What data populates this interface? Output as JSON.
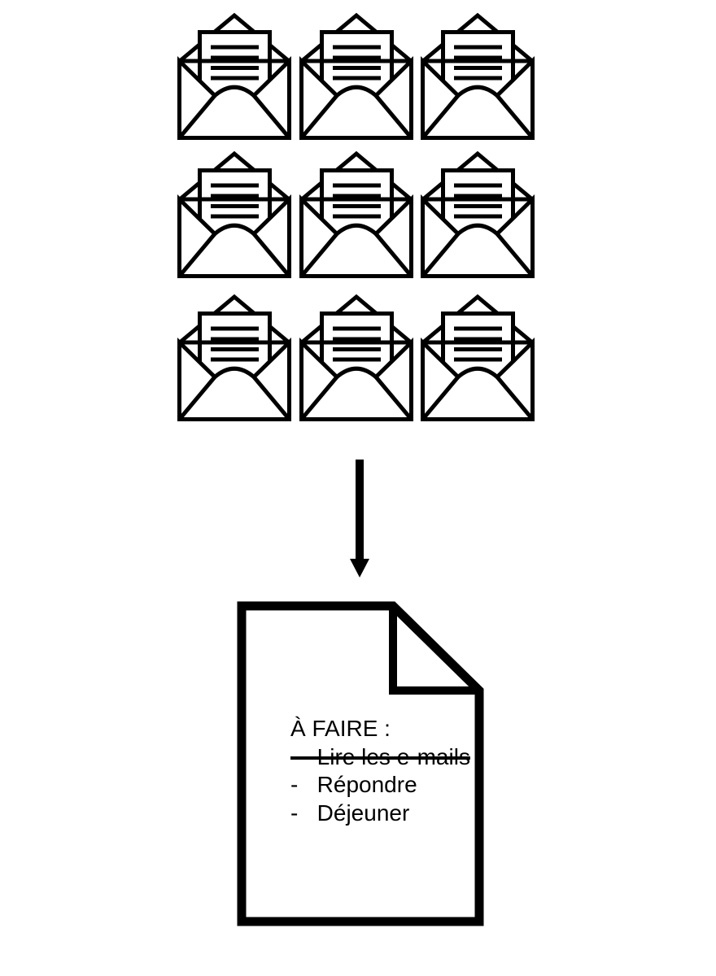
{
  "page": {
    "background_color": "#ffffff",
    "ink_color": "#000000"
  },
  "email_grid": {
    "icon": "open-envelope-with-letter-icon",
    "rows": 3,
    "cols": 3,
    "count": 9,
    "letter_lines_per_envelope": 4
  },
  "arrow": {
    "icon": "arrow-down-icon",
    "direction": "down"
  },
  "todo": {
    "icon": "page-with-folded-corner-icon",
    "title": "À FAIRE :",
    "bullet": "-",
    "items": [
      {
        "text": "Lire les e-mails",
        "done": true
      },
      {
        "text": "Répondre",
        "done": false
      },
      {
        "text": "Déjeuner",
        "done": false
      }
    ]
  }
}
